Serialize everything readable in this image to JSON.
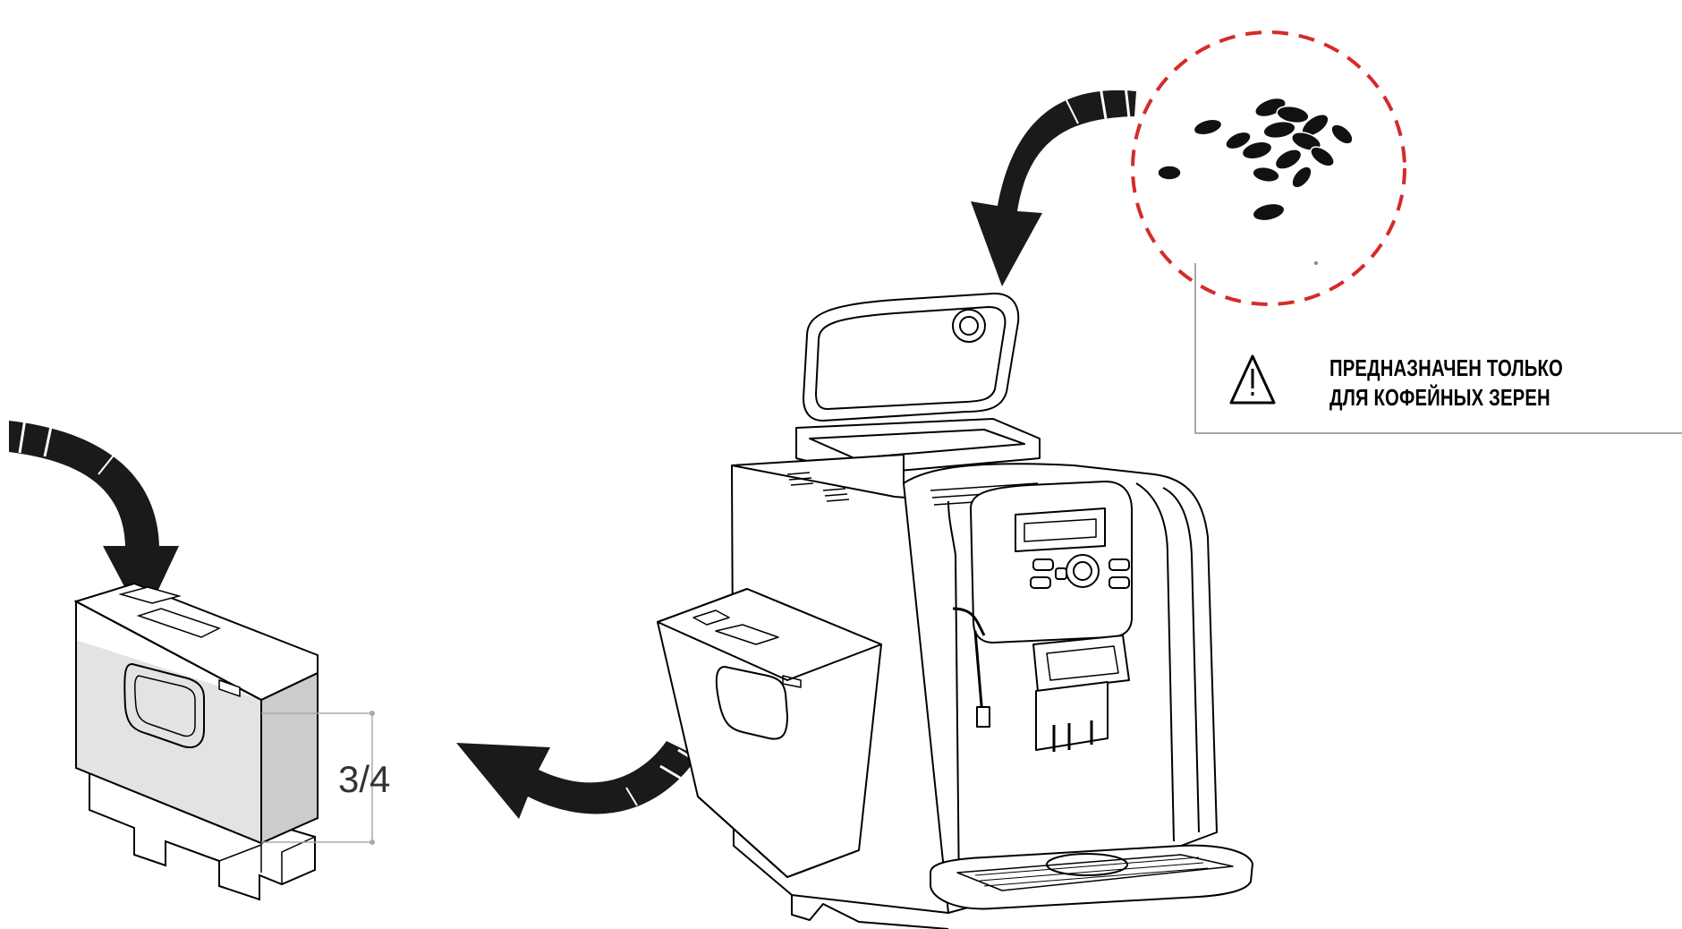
{
  "diagram": {
    "warning": {
      "icon": "warning-triangle-icon",
      "line1": "ПРЕДНАЗНАЧЕН ТОЛЬКО",
      "line2": "ДЛЯ КОФЕЙНЫХ ЗЕРЕН"
    },
    "tank_fill_label": "3/4",
    "colors": {
      "callout_circle": "#d62a2a",
      "line": "#000000",
      "tank_fill": "#e2e2e2",
      "arrow": "#1a1a1a"
    }
  }
}
